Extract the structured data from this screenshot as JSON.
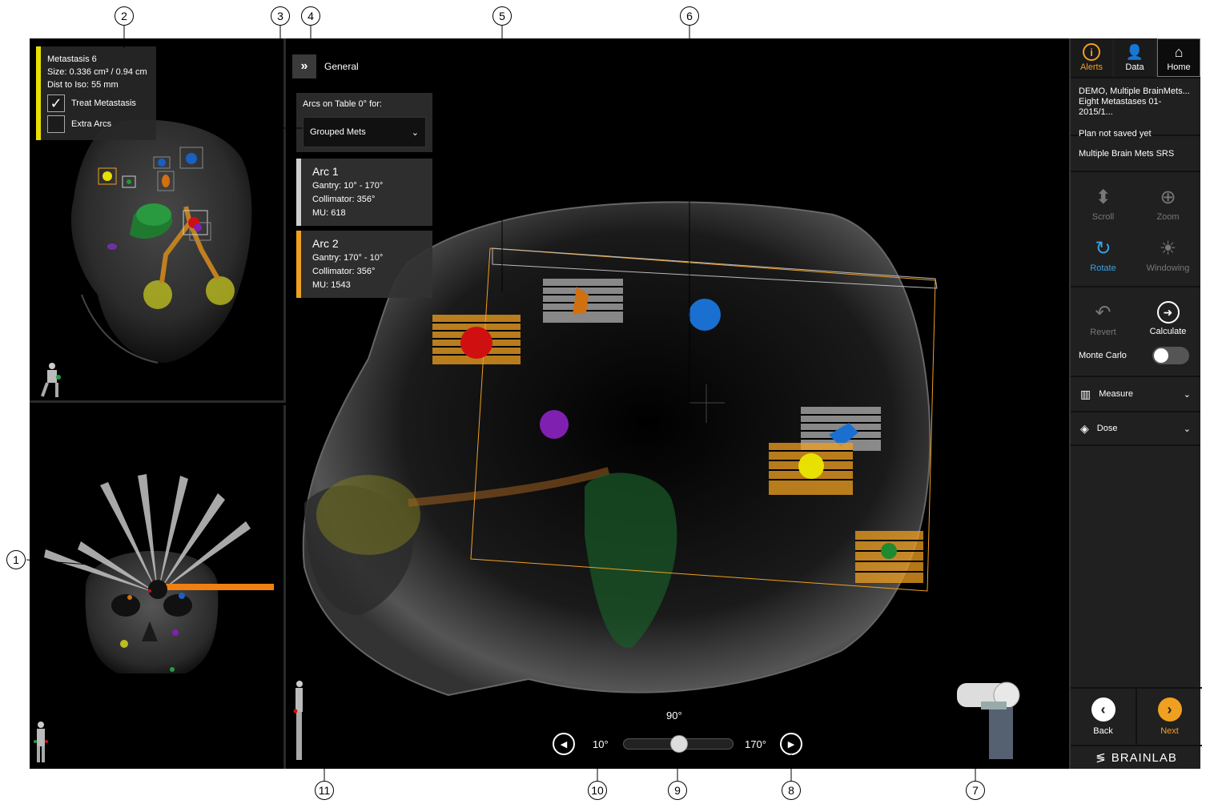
{
  "top_view": {
    "metastasis_name": "Metastasis 6",
    "size": "Size: 0.336 cm³ / 0.94 cm",
    "dist": "Dist to Iso: 55 mm",
    "treat_label": "Treat Metastasis",
    "treat_checked": true,
    "extra_label": "Extra Arcs",
    "extra_checked": false
  },
  "main_view": {
    "general_label": "General",
    "arcs_label": "Arcs on Table 0° for:",
    "arcs_select": "Grouped Mets",
    "arcs": [
      {
        "title": "Arc 1",
        "gantry": "Gantry: 10° - 170°",
        "collimator": "Collimator: 356°",
        "mu": "MU: 618",
        "color": "#cfcfcf"
      },
      {
        "title": "Arc 2",
        "gantry": "Gantry: 170° - 10°",
        "collimator": "Collimator: 356°",
        "mu": "MU: 1543",
        "color": "#f0a020"
      }
    ],
    "slider": {
      "current": "90°",
      "min_label": "10°",
      "max_label": "170°",
      "fraction": 0.5
    }
  },
  "right_panel": {
    "tabs": [
      {
        "label": "Alerts",
        "icon": "alert-info-icon"
      },
      {
        "label": "Data",
        "icon": "data-person-icon"
      },
      {
        "label": "Home",
        "icon": "home-icon"
      }
    ],
    "patient_line1": "DEMO, Multiple BrainMets...",
    "patient_line2": "Eight Metastases 01-2015/1...",
    "plan_status": "Plan not saved yet",
    "plan_name": "Multiple Brain Mets SRS",
    "tools": [
      {
        "label": "Scroll",
        "icon": "scroll-icon"
      },
      {
        "label": "Zoom",
        "icon": "zoom-icon"
      },
      {
        "label": "Rotate",
        "icon": "rotate-icon"
      },
      {
        "label": "Windowing",
        "icon": "windowing-icon"
      }
    ],
    "revert_label": "Revert",
    "calculate_label": "Calculate",
    "monte_carlo_label": "Monte Carlo",
    "monte_carlo_on": false,
    "measure_label": "Measure",
    "dose_label": "Dose",
    "back_label": "Back",
    "next_label": "Next",
    "brand": "BRAINLAB"
  },
  "colors": {
    "accent": "#f0a020",
    "metastasis_bar": "#e8e000",
    "rotate_active": "#3aa0e0"
  },
  "callouts": [
    "1",
    "2",
    "3",
    "4",
    "5",
    "6",
    "7",
    "8",
    "9",
    "10",
    "11"
  ]
}
